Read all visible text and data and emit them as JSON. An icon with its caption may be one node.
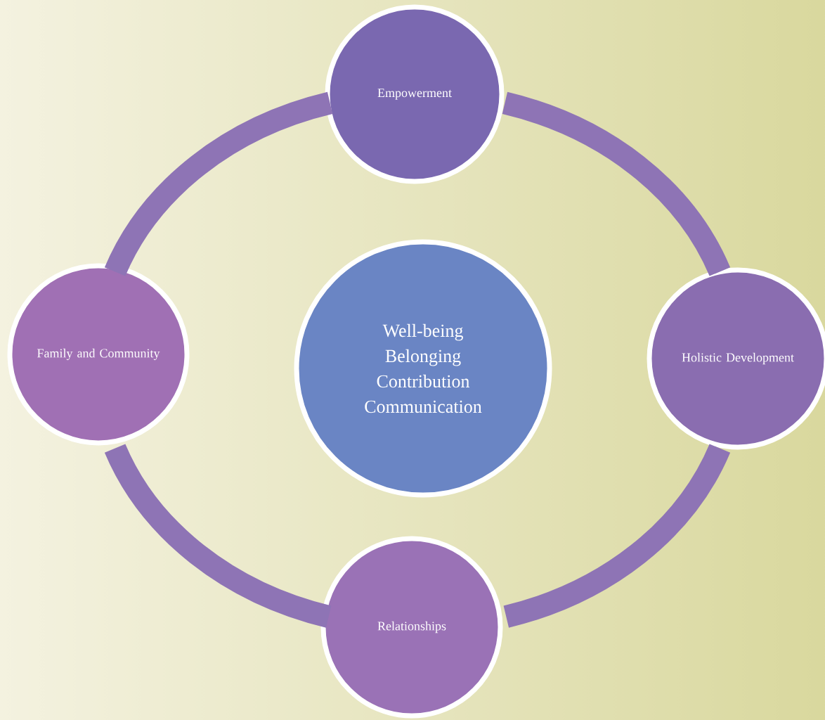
{
  "diagram": {
    "nodes": [
      {
        "text": [
          "Empowerment"
        ]
      },
      {
        "text": [
          "Family and Community"
        ]
      },
      {
        "text": [
          "Well-being",
          "Belonging",
          "Contribution",
          "Communication"
        ]
      },
      {
        "text": [
          "Holistic Development"
        ]
      },
      {
        "text": [
          "Relationships"
        ]
      }
    ],
    "edges": [
      {
        "from": 0,
        "to": 3,
        "arrow": "none"
      },
      {
        "from": 3,
        "to": 4,
        "arrow": "none"
      },
      {
        "from": 4,
        "to": 1,
        "arrow": "none"
      },
      {
        "from": 1,
        "to": 0,
        "arrow": "none"
      }
    ]
  }
}
